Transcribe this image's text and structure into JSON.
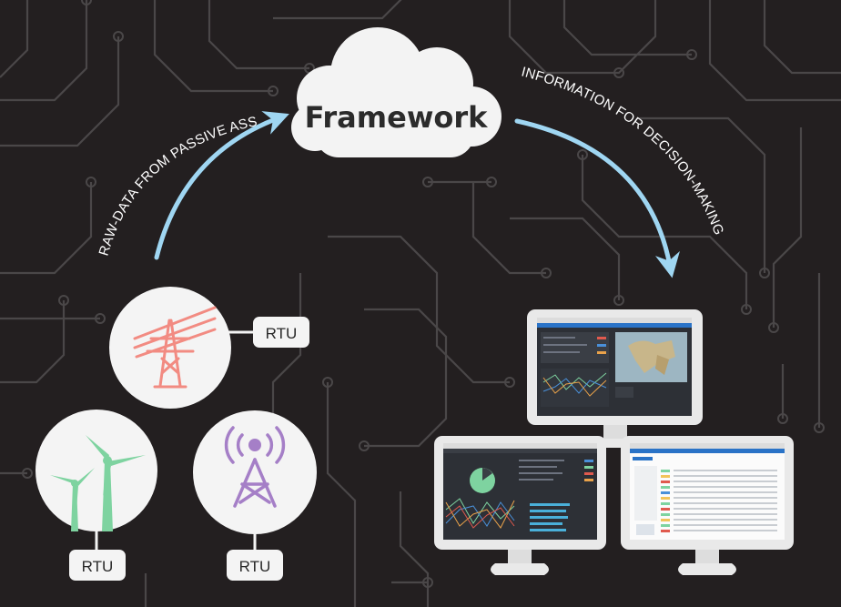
{
  "diagram": {
    "cloud": {
      "title": "Framework"
    },
    "labels": {
      "left_curve": "RAW-DATA FROM PASSIVE ASSETS",
      "right_curve": "INFORMATION FOR DECISION-MAKING"
    },
    "assets": [
      {
        "id": "power-tower",
        "icon": "transmission-tower-icon",
        "rtu": "RTU",
        "color": "#f28b82"
      },
      {
        "id": "wind-turbines",
        "icon": "wind-turbine-icon",
        "rtu": "RTU",
        "color": "#7ed3a0"
      },
      {
        "id": "radio-tower",
        "icon": "radio-tower-icon",
        "rtu": "RTU",
        "color": "#a57fc7"
      }
    ],
    "colors": {
      "background": "#231f20",
      "circuit": "#4a4748",
      "arrow": "#9fd6f2",
      "cloud": "#f3f3f3"
    },
    "monitors": [
      {
        "id": "monitor-top",
        "screen": "map-dashboard"
      },
      {
        "id": "monitor-left",
        "screen": "chart-dashboard"
      },
      {
        "id": "monitor-right",
        "screen": "table-dashboard"
      }
    ]
  }
}
